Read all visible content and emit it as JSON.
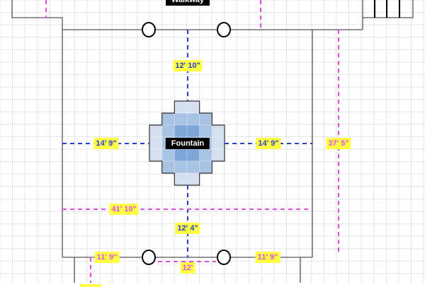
{
  "labels": {
    "walkway": "Walkway",
    "fountain": "Fountain",
    "top_distance": "12' 10\"",
    "bottom_distance": "12' 4\"",
    "left_distance": "14' 9\"",
    "right_distance": "14' 9\"",
    "height_total": "37' 5\"",
    "width_total": "41' 10\"",
    "bottom_left_wall": "11' 9\"",
    "bottom_right_wall": "11' 9\"",
    "bottom_gap": "12'"
  },
  "colors": {
    "blue_dim": "#2a3fd6",
    "pink_dim": "#e64ce6",
    "label_bg": "#ffff44",
    "fountain_light": "#d4e0ee",
    "fountain_mid": "#a8c3e3",
    "fountain_dark": "#7ea6d6"
  }
}
